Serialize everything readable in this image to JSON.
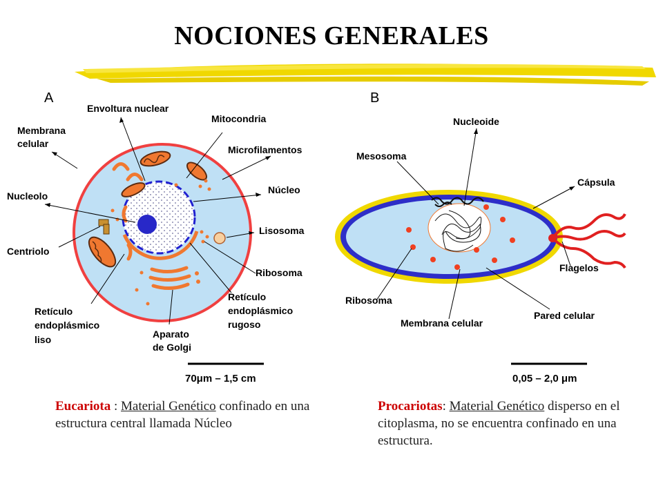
{
  "title": "NOCIONES GENERALES",
  "colors": {
    "cytoplasm": "#bfe0f5",
    "membrane": "#f04040",
    "nucleus_blue": "#2020d0",
    "organelle_orange": "#f07830",
    "highlight_yellow": "#f0d800"
  },
  "eukaryote": {
    "panel_label": "A",
    "labels": {
      "envoltura": "Envoltura nuclear",
      "mitocondria": "Mitocondria",
      "membrana_1": "Membrana",
      "membrana_2": "celular",
      "microfilamentos": "Microfilamentos",
      "nucleo": "Núcleo",
      "nucleolo": "Nucleolo",
      "lisosoma": "Lisosoma",
      "centriolo": "Centriolo",
      "ribosoma": "Ribosoma",
      "rer_1": "Retículo",
      "rer_2": "endoplásmico",
      "rer_3": "rugoso",
      "rel_1": "Retículo",
      "rel_2": "endoplásmico",
      "rel_3": "liso",
      "golgi_1": "Aparato",
      "golgi_2": "de Golgi"
    },
    "scale": "70μm – 1,5 cm"
  },
  "prokaryote": {
    "panel_label": "B",
    "labels": {
      "nucleoide": "Nucleoide",
      "mesosoma": "Mesosoma",
      "capsula": "Cápsula",
      "flagelos": "Flagelos",
      "ribosoma": "Ribosoma",
      "membrana": "Membrana celular",
      "pared": "Pared celular"
    },
    "scale": "0,05 – 2,0 μm"
  },
  "captions": {
    "eukaryote": {
      "term": "Eucariota",
      "sep": " :  ",
      "subject": "Material Genético",
      "text": "confinado en una estructura central llamada Núcleo"
    },
    "prokaryote": {
      "term": "Procariotas",
      "sep": ":  ",
      "subject": "Material Genético",
      "text": "disperso en el citoplasma, no se encuentra confinado en una estructura."
    }
  }
}
